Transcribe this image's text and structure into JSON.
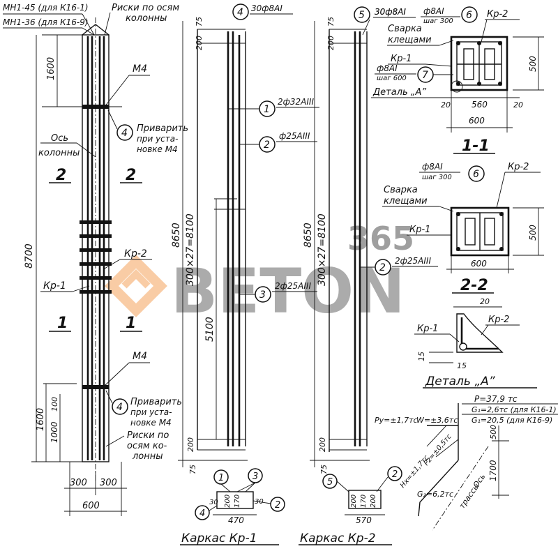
{
  "watermark": {
    "brand": "BETON",
    "number": "365",
    "color": "#f4a35b"
  },
  "column": {
    "top_note_1": "МН1-45 (для К16-1)",
    "top_note_2": "МН1-36 (для К16-9)",
    "risks_top": "Риски по осям",
    "risks_top_2": "колонны",
    "dim_top": "1600",
    "dim_total": "8700",
    "dim_bottom_1600": "1600",
    "dim_bottom_1000": "1000",
    "dim_bottom_100": "100",
    "m4_top": "М4",
    "m4_bottom": "М4",
    "weld_top_1": "Приварить",
    "weld_top_2": "при уста-",
    "weld_top_3": "новке М4",
    "weld_bot_1": "Приварить",
    "weld_bot_2": "при уста-",
    "weld_bot_3": "новке М4",
    "risks_bot_1": "Риски по",
    "risks_bot_2": "осям ко-",
    "risks_bot_3": "лонны",
    "axis_1": "Ось",
    "axis_2": "колонны",
    "kr2": "Кр-2",
    "kr1": "Кр-1",
    "sec2_left": "2",
    "sec2_right": "2",
    "sec1_left": "1",
    "sec1_right": "1",
    "dim_b1": "300",
    "dim_b2": "300",
    "dim_b3": "600",
    "mark4a": "4",
    "mark4b": "4"
  },
  "kr1": {
    "title": "Каркас Кр-1",
    "mark_4": "4",
    "top_label": "30ф8АI",
    "dim_75_top": "75",
    "dim_200_top": "200",
    "dim_8650": "8650",
    "dim_300x27": "300×27=8100",
    "dim_5100": "5100",
    "dim_200_bot": "200",
    "dim_75_bot": "75",
    "m1": "1",
    "m1_label": "2ф32АIII",
    "m2": "2",
    "m2_label": "ф25АIII",
    "m3": "3",
    "m3_label": "2ф25АIII",
    "sec_1": "1",
    "sec_3": "3",
    "sec_4": "4",
    "sec_2": "2",
    "sec_d1": "30",
    "sec_d2": "200",
    "sec_d3": "170",
    "sec_d4": "30",
    "sec_d5": "470"
  },
  "kr2": {
    "title": "Каркас Кр-2",
    "mark_5": "5",
    "top_label": "30ф8АI",
    "dim_75_top": "75",
    "dim_200_top": "200",
    "dim_8650": "8650",
    "dim_300x27": "300×27=8100",
    "dim_200_bot": "200",
    "dim_75_bot": "75",
    "m2": "2",
    "m2_label": "2ф25АIII",
    "sec_5": "5",
    "sec_2": "2",
    "sec_d1": "200",
    "sec_d2": "170",
    "sec_d3": "200",
    "sec_d4": "570"
  },
  "section11": {
    "title": "1-1",
    "m5": "5",
    "m5_label": "30ф8АI",
    "m6_label": "ф8АI",
    "m6_step": "шаг 300",
    "m6": "6",
    "kr2": "Кр-2",
    "weld_1": "Сварка",
    "weld_2": "клещами",
    "kr1": "Кр-1",
    "m7_label": "ф8АI",
    "m7_step": "шаг 600",
    "m7": "7",
    "detail": "Деталь „А”",
    "d20a": "20",
    "d560": "560",
    "d20b": "20",
    "d600": "600",
    "d500": "500"
  },
  "section22": {
    "title": "2-2",
    "m6_label": "ф8АI",
    "m6_step": "шаг 300",
    "m6": "6",
    "kr2": "Кр-2",
    "weld_1": "Сварка",
    "weld_2": "клещами",
    "kr1": "Кр-1",
    "d500": "500",
    "d600": "600"
  },
  "detailA": {
    "title": "Деталь „А”",
    "kr1": "Кр-1",
    "kr2": "Кр-2",
    "d20": "20",
    "d15a": "15",
    "d15b": "15"
  },
  "loads": {
    "p": "P=37,9 тс",
    "g1a": "G₁=2,6тс (для К16-1)",
    "g1b": "G₁=20,5 (для К16-9)",
    "py": "Py=±1,7тс",
    "w": "W=±3,6тс",
    "hx": "Hх=±1,7тс",
    "pz": "Pz=±0,5тс",
    "g2": "G₂=6,2тс",
    "axis": "Ось",
    "track": "трассы",
    "d500": "500",
    "d1700": "1700"
  }
}
